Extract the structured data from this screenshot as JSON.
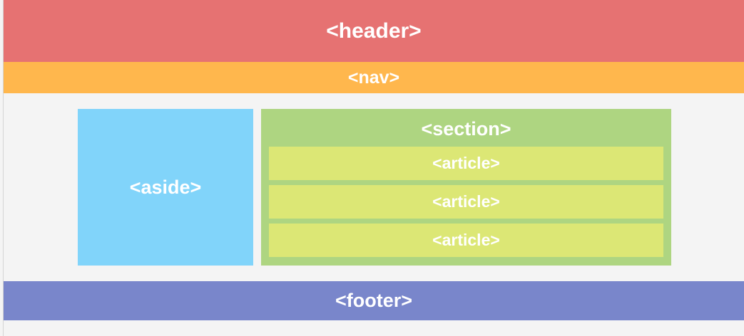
{
  "colors": {
    "header": "#e67272",
    "nav": "#ffb74d",
    "aside": "#81d4fa",
    "section": "#aed581",
    "article": "#dce775",
    "footer": "#7986cb",
    "background": "#f4f4f4",
    "text": "#ffffff"
  },
  "header": {
    "label": "<header>"
  },
  "nav": {
    "label": "<nav>"
  },
  "aside": {
    "label": "<aside>"
  },
  "section": {
    "label": "<section>",
    "articles": [
      {
        "label": "<article>"
      },
      {
        "label": "<article>"
      },
      {
        "label": "<article>"
      }
    ]
  },
  "footer": {
    "label": "<footer>"
  }
}
